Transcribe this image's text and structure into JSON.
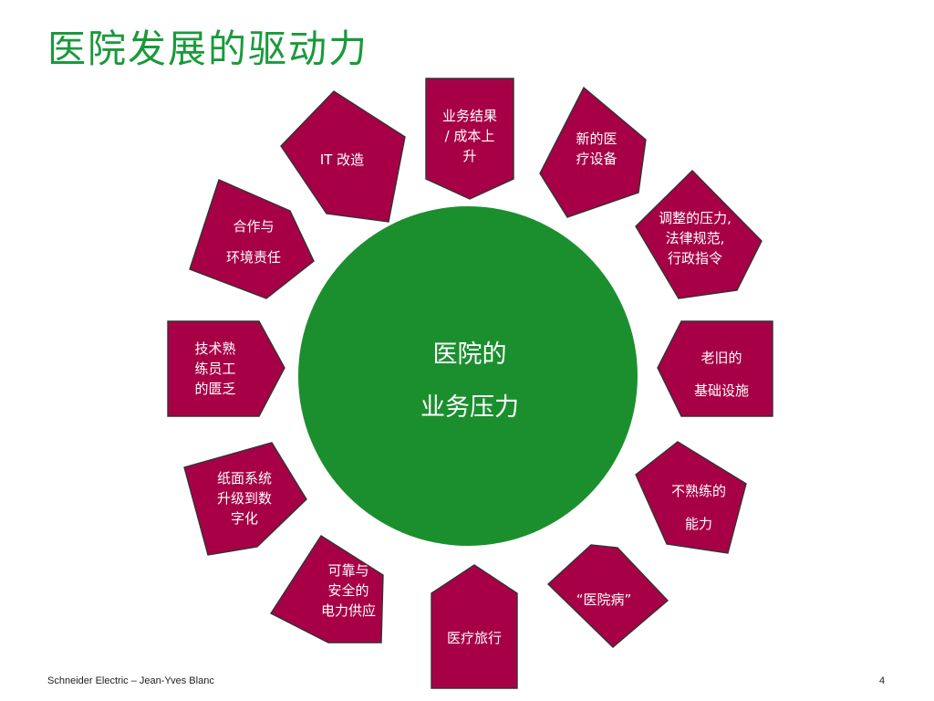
{
  "title": "医院发展的驱动力",
  "center": {
    "label": "医院的\n业务压力",
    "color": "#1b8f2e"
  },
  "colors": {
    "title": "#1a9a3a",
    "pentagon": "#a80046"
  },
  "drivers": [
    {
      "id": "it",
      "label": "IT 改造"
    },
    {
      "id": "business-result",
      "label": "业务结果\n/ 成本上\n升"
    },
    {
      "id": "new-equipment",
      "label": "新的医\n疗设备"
    },
    {
      "id": "cooperation",
      "label": "合作与\n环境责任"
    },
    {
      "id": "regulation",
      "label": "调整的压力,\n法律规范,\n行政指令"
    },
    {
      "id": "skill-shortage",
      "label": "技术熟\n练员工\n的匮乏"
    },
    {
      "id": "old-infrastructure",
      "label": "老旧的\n基础设施"
    },
    {
      "id": "paper-system",
      "label": "纸面系统\n升级到数\n字化"
    },
    {
      "id": "unskilled",
      "label": "不熟练的\n能力"
    },
    {
      "id": "power-supply",
      "label": "可靠与\n安全的\n电力供应"
    },
    {
      "id": "medical-tourism",
      "label": "医疗旅行"
    },
    {
      "id": "hospital-disease",
      "label": "“医院病”"
    }
  ],
  "footer": {
    "text": "Schneider Electric – Jean-Yves Blanc",
    "page": "4"
  }
}
